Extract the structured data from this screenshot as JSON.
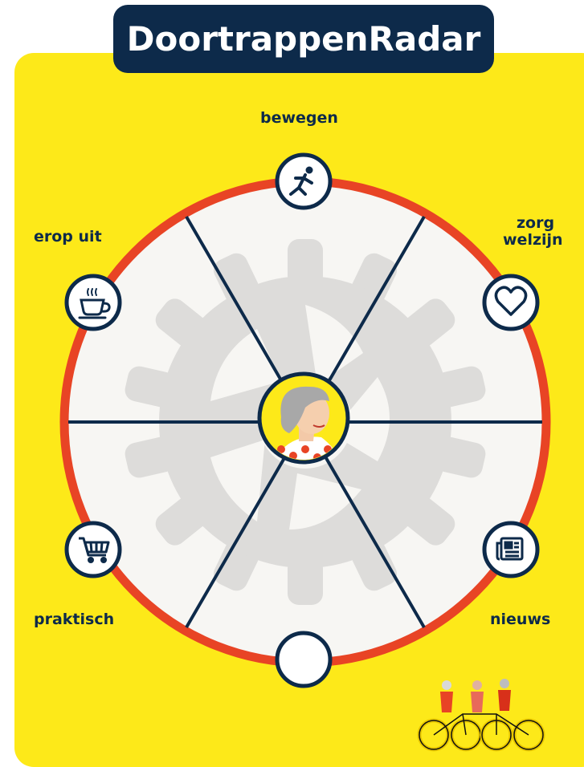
{
  "title": "DoortrappenRadar",
  "colors": {
    "background": "#fde919",
    "title_bg": "#0d2a4a",
    "ring": "#e84425",
    "spokes": "#0d2a4a",
    "disc": "#f7f6f3",
    "gear": "#dddcda"
  },
  "labels": {
    "top": "bewegen",
    "top_right_1": "zorg",
    "top_right_2": "welzijn",
    "bottom_right": "nieuws",
    "bottom_left": "praktisch",
    "top_left": "erop uit"
  },
  "icons": {
    "top": "running-person-icon",
    "top_right": "heart-icon",
    "bottom_right": "newspaper-icon",
    "bottom": "empty-circle",
    "bottom_left": "shopping-cart-icon",
    "top_left": "coffee-cup-icon",
    "center": "elderly-woman-avatar",
    "decoration": "tandem-cyclists-illustration"
  }
}
